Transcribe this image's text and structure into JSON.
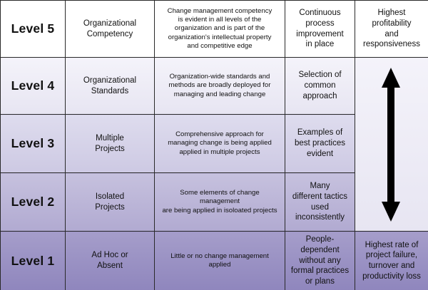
{
  "levels": [
    {
      "level": "Level 5",
      "name": [
        "Organizational",
        "Competency"
      ],
      "description": [
        "Change management competency",
        "is evident in all levels of the",
        "organization and is part of the",
        "organization's intellectual property",
        "and competitive edge"
      ],
      "process": [
        "Continuous",
        "process",
        "improvement",
        "in place"
      ],
      "results": [
        "Highest",
        "profitability",
        "and",
        "responsiveness"
      ]
    },
    {
      "level": "Level 4",
      "name": [
        "Organizational",
        "Standards"
      ],
      "description": [
        "Organization-wide standards and",
        "methods are broadly deployed for",
        "managing and leading change"
      ],
      "process": [
        "Selection of",
        "common",
        "approach"
      ],
      "results": []
    },
    {
      "level": "Level 3",
      "name": [
        "Multiple",
        "Projects"
      ],
      "description": [
        "Comprehensive approach for",
        "managing change is being applied",
        "applied in multiple projects"
      ],
      "process": [
        "Examples of",
        "best practices",
        "evident"
      ],
      "results": []
    },
    {
      "level": "Level 2",
      "name": [
        "Isolated",
        "Projects"
      ],
      "description": [
        "Some elements of change management",
        "are being applied in isoloated projects"
      ],
      "process": [
        "Many",
        "different tactics",
        "used",
        "inconsistently"
      ],
      "results": []
    },
    {
      "level": "Level 1",
      "name": [
        "Ad Hoc or",
        "Absent"
      ],
      "description": [
        "Little or no change management applied"
      ],
      "process": [
        "People-dependent",
        "without any",
        "formal practices",
        "or plans"
      ],
      "results": [
        "Highest rate of",
        "project failure,",
        "turnover and",
        "productivity loss"
      ]
    }
  ],
  "colors": {
    "border": "#2a2a2a",
    "arrow": "#000000",
    "level5_fill": "#ffffff",
    "level1_fill": "#8f86bd"
  },
  "icons": {
    "results_arrow": "double-headed-vertical-arrow-icon"
  }
}
